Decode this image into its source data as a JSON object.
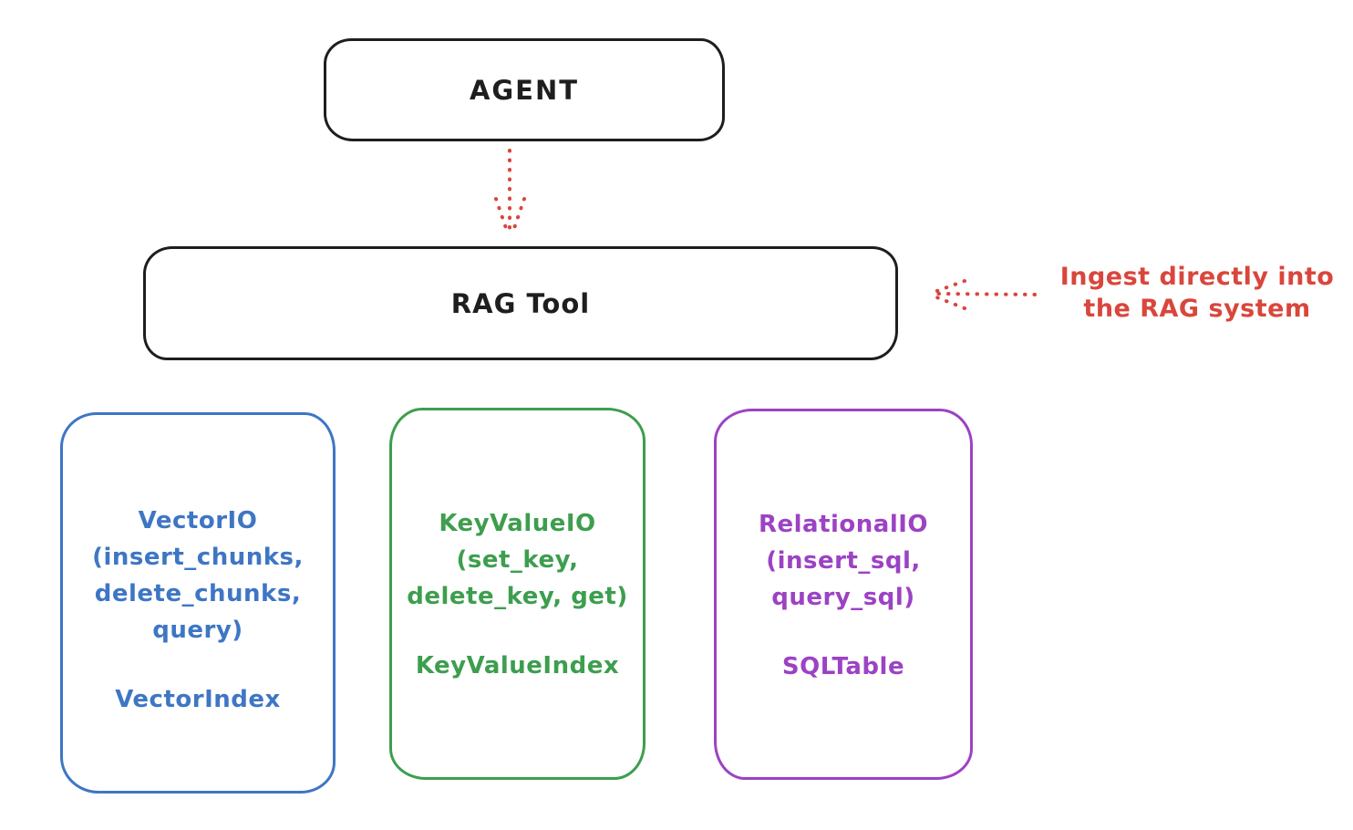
{
  "diagram": {
    "agent": {
      "label": "AGENT"
    },
    "rag_tool": {
      "label": "RAG Tool"
    },
    "annotation": {
      "line1": "Ingest directly into",
      "line2": "the RAG system",
      "color": "#d9463c"
    },
    "arrows": [
      {
        "name": "agent-to-rag-tool",
        "style": "dotted",
        "direction": "down",
        "color": "#d9463c"
      },
      {
        "name": "ingest-into-rag-tool",
        "style": "dotted",
        "direction": "left",
        "color": "#d9463c"
      }
    ],
    "storage_boxes": [
      {
        "name": "vector-io",
        "lines": [
          "VectorIO",
          "(insert_chunks,",
          "delete_chunks,",
          "query)"
        ],
        "index": "VectorIndex",
        "color": "#3e76c4"
      },
      {
        "name": "keyvalue-io",
        "lines": [
          "KeyValueIO",
          "(set_key,",
          "delete_key, get)"
        ],
        "index": "KeyValueIndex",
        "color": "#3d9e4e"
      },
      {
        "name": "relational-io",
        "lines": [
          "RelationalIO",
          "(insert_sql,",
          "query_sql)"
        ],
        "index": "SQLTable",
        "color": "#9c42c4"
      }
    ],
    "colors": {
      "outline": "#1e1e1e",
      "accent_red": "#d9463c",
      "background": "#ffffff"
    }
  }
}
